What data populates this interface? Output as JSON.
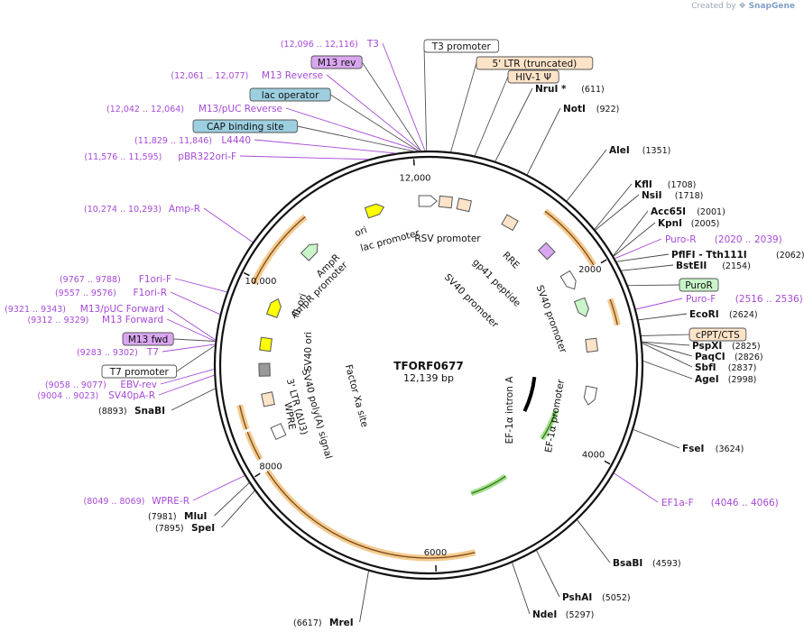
{
  "credit": {
    "prefix": "Created by",
    "brand": "SnapGene"
  },
  "plasmid": {
    "name": "TFORF0677",
    "size": "12,139 bp",
    "length": 12139
  },
  "ticks": [
    {
      "label": "2000",
      "pos": 2000
    },
    {
      "label": "4000",
      "pos": 4000
    },
    {
      "label": "6000",
      "pos": 6000
    },
    {
      "label": "8000",
      "pos": 8000
    },
    {
      "label": "10,000",
      "pos": 10000
    },
    {
      "label": "12,000",
      "pos": 12000
    }
  ],
  "enzymes_right": [
    {
      "name": "NruI *",
      "pos": "(611)",
      "at": 611
    },
    {
      "name": "NotI",
      "pos": "(922)",
      "at": 922
    },
    {
      "name": "AleI",
      "pos": "(1351)",
      "at": 1351
    },
    {
      "name": "KflI",
      "pos": "(1708)",
      "at": 1708
    },
    {
      "name": "NsiI",
      "pos": "(1718)",
      "at": 1718
    },
    {
      "name": "Acc65I",
      "pos": "(2001)",
      "at": 2001
    },
    {
      "name": "KpnI",
      "pos": "(2005)",
      "at": 2005
    },
    {
      "name": "PflFI - Tth111I",
      "pos": "(2062)",
      "at": 2062
    },
    {
      "name": "BstEII",
      "pos": "(2154)",
      "at": 2154
    },
    {
      "name": "EcoRI",
      "pos": "(2624)",
      "at": 2624
    },
    {
      "name": "PspXI",
      "pos": "(2825)",
      "at": 2825
    },
    {
      "name": "PaqCI",
      "pos": "(2826)",
      "at": 2826
    },
    {
      "name": "SbfI",
      "pos": "(2837)",
      "at": 2837
    },
    {
      "name": "AgeI",
      "pos": "(2998)",
      "at": 2998
    },
    {
      "name": "FseI",
      "pos": "(3624)",
      "at": 3624
    },
    {
      "name": "BsaBI",
      "pos": "(4593)",
      "at": 4593
    },
    {
      "name": "PshAI",
      "pos": "(5052)",
      "at": 5052
    },
    {
      "name": "NdeI",
      "pos": "(5297)",
      "at": 5297
    }
  ],
  "enzymes_left": [
    {
      "name": "MreI",
      "pos": "(6617)",
      "at": 6617
    },
    {
      "name": "SpeI",
      "pos": "(7895)",
      "at": 7895
    },
    {
      "name": "MluI",
      "pos": "(7981)",
      "at": 7981
    },
    {
      "name": "SnaBI",
      "pos": "(8893)",
      "at": 8893
    }
  ],
  "primers_right": [
    {
      "name": "Puro-R",
      "range": "(2020 .. 2039)",
      "at": 2030
    },
    {
      "name": "Puro-F",
      "range": "(2516 .. 2536)",
      "at": 2526
    },
    {
      "name": "EF1a-F",
      "range": "(4046 .. 4066)",
      "at": 4056
    }
  ],
  "primers_left": [
    {
      "name": "T3",
      "range": "(12,096 .. 12,116)",
      "at": 12106
    },
    {
      "name": "M13 Reverse",
      "range": "(12,061 .. 12,077)",
      "at": 12069
    },
    {
      "name": "M13/pUC Reverse",
      "range": "(12,042 .. 12,064)",
      "at": 12053
    },
    {
      "name": "L4440",
      "range": "(11,829 .. 11,846)",
      "at": 11838
    },
    {
      "name": "pBR322ori-F",
      "range": "(11,576 .. 11,595)",
      "at": 11585
    },
    {
      "name": "Amp-R",
      "range": "(10,274 .. 10,293)",
      "at": 10283
    },
    {
      "name": "F1ori-F",
      "range": "(9767 .. 9788)",
      "at": 9777
    },
    {
      "name": "F1ori-R",
      "range": "(9557 .. 9576)",
      "at": 9566
    },
    {
      "name": "M13/pUC Forward",
      "range": "(9321 .. 9343)",
      "at": 9332
    },
    {
      "name": "M13 Forward",
      "range": "(9312 .. 9329)",
      "at": 9320
    },
    {
      "name": "T7",
      "range": "(9283 .. 9302)",
      "at": 9292
    },
    {
      "name": "EBV-rev",
      "range": "(9058 .. 9077)",
      "at": 9067
    },
    {
      "name": "SV40pA-R",
      "range": "(9004 .. 9023)",
      "at": 9013
    },
    {
      "name": "WPRE-R",
      "range": "(8049 .. 8069)",
      "at": 8059
    }
  ],
  "boxed_labels": [
    {
      "text": "T3 promoter",
      "fill": "#ffffff",
      "at": 12120
    },
    {
      "text": "5' LTR (truncated)",
      "fill": "#fde3c8",
      "at": 200
    },
    {
      "text": "HIV-1 Ψ",
      "fill": "#fde3c8",
      "at": 420
    },
    {
      "text": "M13 rev",
      "fill": "#d9a6f0",
      "at": 12068
    },
    {
      "text": "lac operator",
      "fill": "#9ccfe0",
      "at": 12045
    },
    {
      "text": "CAP binding site",
      "fill": "#9ccfe0",
      "at": 12000
    },
    {
      "text": "PuroR",
      "fill": "#c9f5c9",
      "at": 2300
    },
    {
      "text": "cPPT/CTS",
      "fill": "#fde3c8",
      "at": 2770
    },
    {
      "text": "M13 fwd",
      "fill": "#d9a6f0",
      "at": 9320
    },
    {
      "text": "T7 promoter",
      "fill": "#ffffff",
      "at": 9280
    }
  ],
  "inner_labels": [
    {
      "text": "RSV promoter"
    },
    {
      "text": "RRE"
    },
    {
      "text": "gp41 peptide"
    },
    {
      "text": "SV40 promoter"
    },
    {
      "text": "SV40 promoter"
    },
    {
      "text": "EF-1α intron A"
    },
    {
      "text": "EF-1α promoter"
    },
    {
      "text": "lac promoter"
    },
    {
      "text": "ori"
    },
    {
      "text": "AmpR"
    },
    {
      "text": "AmpR promoter"
    },
    {
      "text": "f1 ori"
    },
    {
      "text": "SV40 ori"
    },
    {
      "text": "SV40 poly(A) signal"
    },
    {
      "text": "3' LTR (ΔU3)"
    },
    {
      "text": "WPRE"
    },
    {
      "text": "Factor Xa site"
    }
  ],
  "colors": {
    "backbone": "#111111",
    "orf": "#f0b86a",
    "orf_line": "#7a4a1a",
    "primer": "#a64ad6",
    "green_orf": "#8ad86a"
  }
}
